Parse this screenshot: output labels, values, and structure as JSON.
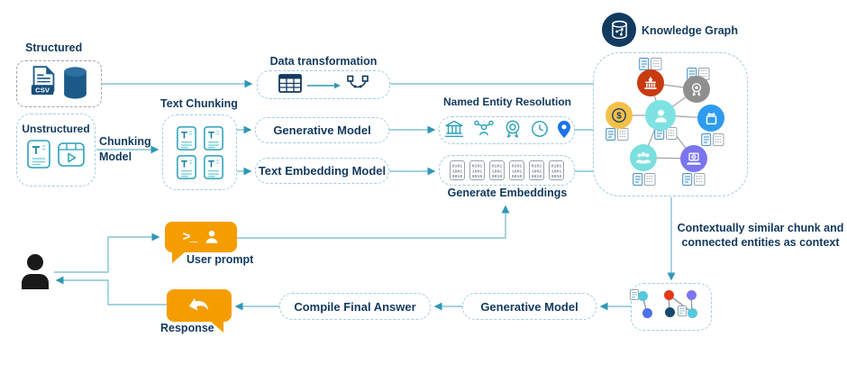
{
  "colors": {
    "navy_text": "#12395f",
    "line": "#85c2d8",
    "arrowhead": "#2f97b4",
    "box_border": "#9fcde0",
    "orange": "#f59d00",
    "icon_teal": "#2aa0ba",
    "icon_navy": "#1b5a88",
    "kg_edge": "#a3a3a3",
    "pin_blue": "#1a73e8"
  },
  "sources": {
    "structured_label": "Structured",
    "unstructured_label": "Unstructured",
    "chunking_model_label": "Chunking Model",
    "csv_badge": "CSV",
    "structured_icons": [
      "csv-file-icon",
      "database-icon"
    ],
    "unstructured_icons": [
      "text-document-icon",
      "video-icon"
    ]
  },
  "pipeline": {
    "data_transformation_label": "Data transformation",
    "text_chunking_label": "Text Chunking",
    "generative_model_label": "Generative Model",
    "text_embedding_model_label": "Text Embedding Model",
    "named_entity_resolution_label": "Named Entity Resolution",
    "generate_embeddings_label": "Generate Embeddings",
    "ner_icons": [
      "bank-icon",
      "entity-graph-icon",
      "award-icon",
      "clock-icon",
      "location-pin-icon"
    ],
    "binary_rows": [
      "0101",
      "1001",
      "0010"
    ],
    "embedding_chip_count": 6
  },
  "knowledge_graph": {
    "title": "Knowledge Graph",
    "nodes": [
      {
        "name": "person",
        "color": "#7ee2e2",
        "icon": "person-icon"
      },
      {
        "name": "government",
        "color": "#c83a10",
        "icon": "capitol-icon"
      },
      {
        "name": "award",
        "color": "#8f8f8f",
        "icon": "award-icon"
      },
      {
        "name": "money",
        "color": "#f3c04a",
        "icon": "dollar-icon"
      },
      {
        "name": "organization",
        "color": "#2e9bf0",
        "icon": "bag-icon"
      },
      {
        "name": "people-group",
        "color": "#7adfdf",
        "icon": "group-icon"
      },
      {
        "name": "technology",
        "color": "#7a74f0",
        "icon": "laptop-icon"
      }
    ]
  },
  "context_note": "Contextually similar chunk and connected entities as context",
  "qa_flow": {
    "user_prompt_label": "User prompt",
    "response_label": "Response",
    "terminal_glyph": ">_",
    "compile_final_answer_label": "Compile Final Answer",
    "generative_model_label": "Generative Model"
  }
}
